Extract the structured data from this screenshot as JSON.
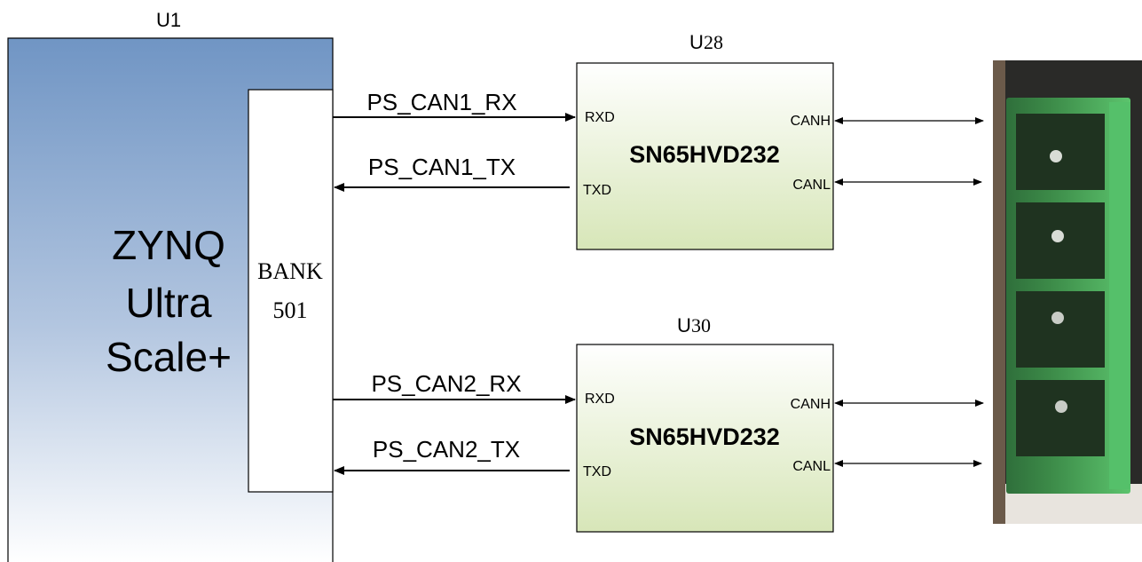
{
  "zynq": {
    "ref": "U1",
    "name_lines": [
      "ZYNQ",
      "Ultra",
      "Scale+"
    ],
    "bank_lines": [
      "BANK",
      "501"
    ]
  },
  "transceivers": [
    {
      "ref_prefix": "U",
      "ref_number": "28",
      "part": "SN65HVD232",
      "pins": {
        "rxd": "RXD",
        "txd": "TXD",
        "canh": "CANH",
        "canl": "CANL"
      },
      "signals": {
        "rx": "PS_CAN1_RX",
        "tx": "PS_CAN1_TX"
      }
    },
    {
      "ref_prefix": "U",
      "ref_number": "30",
      "part": "SN65HVD232",
      "pins": {
        "rxd": "RXD",
        "txd": "TXD",
        "canh": "CANH",
        "canl": "CANL"
      },
      "signals": {
        "rx": "PS_CAN2_RX",
        "tx": "PS_CAN2_TX"
      }
    }
  ],
  "colors": {
    "zynq_gradient_top": "#7095c4",
    "zynq_gradient_bottom": "#ffffff",
    "transceiver_gradient_top": "#ffffff",
    "transceiver_gradient_bottom": "#d7e6b8",
    "connector_green": "#45b35e",
    "connector_dark": "#1f3320",
    "stroke": "#000000"
  }
}
